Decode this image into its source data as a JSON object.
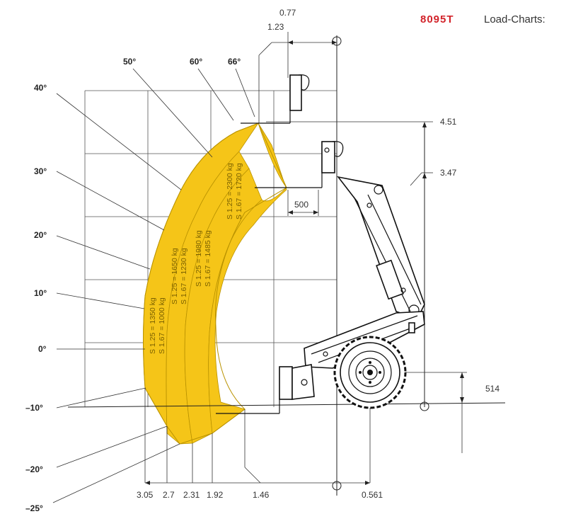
{
  "header": {
    "model": "8095T",
    "title": "Load-Charts:"
  },
  "colors": {
    "zone_fill": "#f5c518",
    "zone_stroke": "#b99200",
    "model_red": "#d2232a",
    "line": "#222222"
  },
  "angle_labels": [
    "50°",
    "60°",
    "66°",
    "40°",
    "30°",
    "20°",
    "10°",
    "0°",
    "–10°",
    "–20°",
    "–25°"
  ],
  "top_dims": [
    "0.77",
    "1.23"
  ],
  "right_dims": [
    "4.51",
    "3.47",
    "514"
  ],
  "fork_dim": "500",
  "bottom_dims": [
    "3.05",
    "2.7",
    "2.31",
    "1.92",
    "1.46",
    "0.561"
  ],
  "zones": [
    {
      "line1": "S 1.25 = 1350 kg",
      "line2": "S 1.67 = 1000 kg"
    },
    {
      "line1": "S 1.25 = 1650 kg",
      "line2": "S 1.67 = 1230 kg"
    },
    {
      "line1": "S 1.25 = 1980 kg",
      "line2": "S 1.67 = 1485 kg"
    },
    {
      "line1": "S 1.25 = 2300 kg",
      "line2": "S 1.67 = 1720 kg"
    }
  ]
}
